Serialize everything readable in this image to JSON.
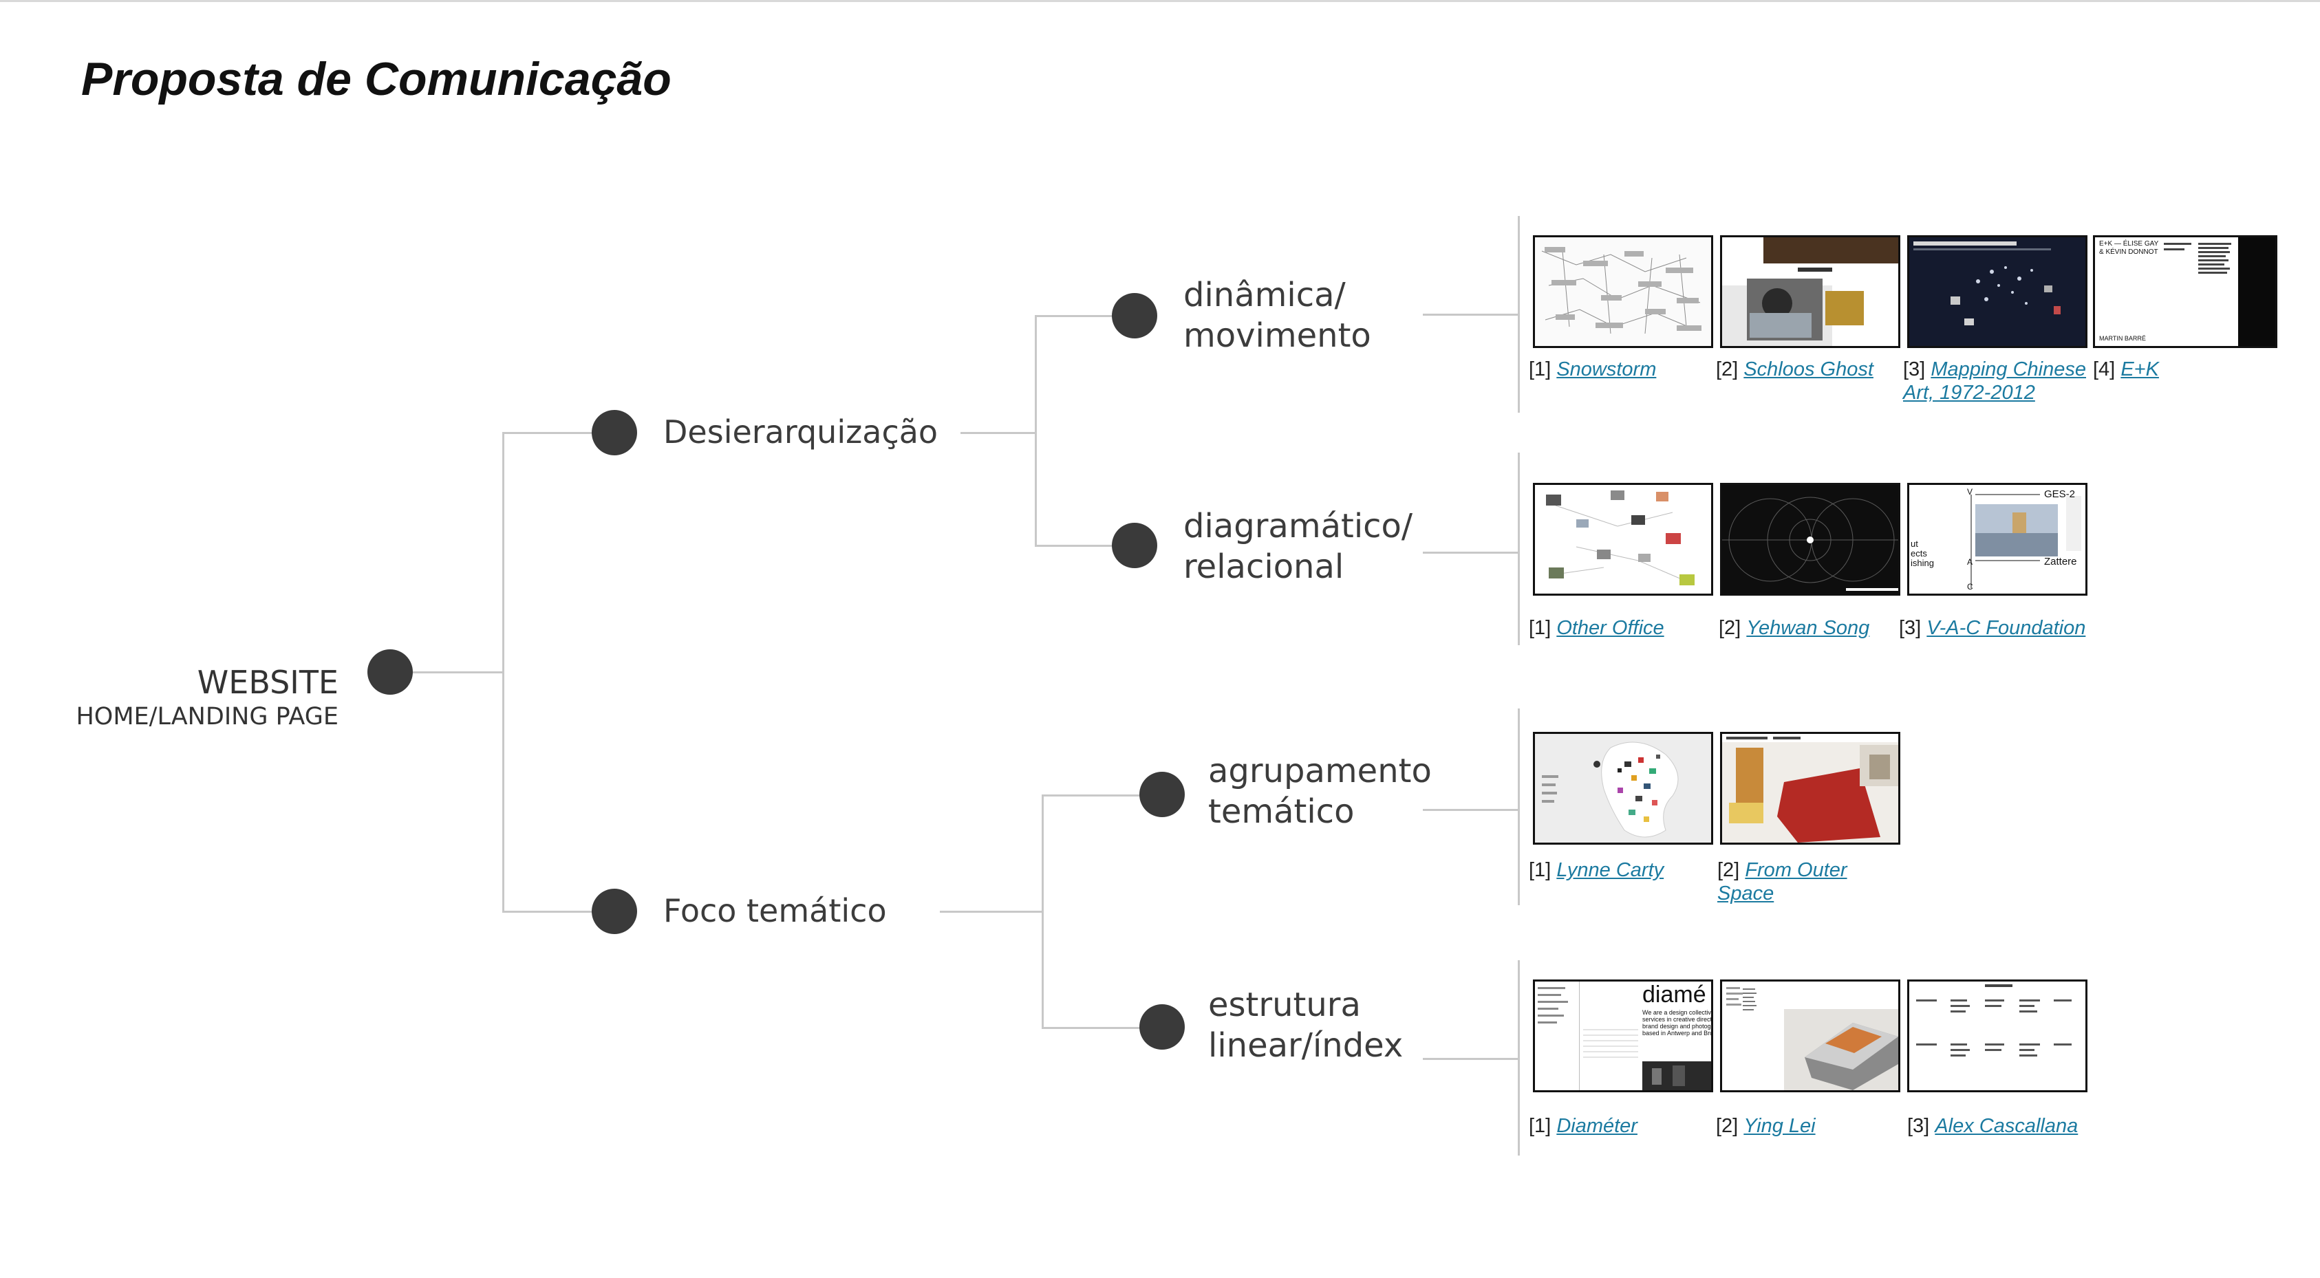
{
  "title": "Proposta de Comunicação",
  "root": {
    "title": "WEBSITE",
    "subtitle": "HOME/LANDING PAGE"
  },
  "branches": [
    {
      "label": "Desierarquização",
      "children": [
        {
          "label_lines": [
            "dinâmica/",
            "movimento"
          ],
          "refs": [
            {
              "num": "[1]",
              "name": "Snowstorm",
              "style": "map"
            },
            {
              "num": "[2]",
              "name": "Schloos Ghost",
              "style": "photo-dark"
            },
            {
              "num": "[3]",
              "name": "Mapping Chinese Art, 1972-2012",
              "style": "navy-scatter"
            },
            {
              "num": "[4]",
              "name": "E+K",
              "style": "text-black",
              "thumb_text": [
                "E+K  —  ÉLISE GAY",
                "& KÉVIN DONNOT",
                "MARTIN BARRÉ"
              ]
            }
          ]
        },
        {
          "label_lines": [
            "diagramático/",
            "relacional"
          ],
          "refs": [
            {
              "num": "[1]",
              "name": "Other Office",
              "style": "scattered-cards"
            },
            {
              "num": "[2]",
              "name": "Yehwan Song",
              "style": "black-circles"
            },
            {
              "num": "[3]",
              "name": "V-A-C Foundation",
              "style": "vac",
              "thumb_text": [
                "V",
                "GES-2",
                "ut",
                "ects",
                "ishing",
                "A",
                "Zattere",
                "C"
              ]
            }
          ]
        }
      ]
    },
    {
      "label": "Foco temático",
      "children": [
        {
          "label_lines": [
            "agrupamento",
            "temático"
          ],
          "refs": [
            {
              "num": "[1]",
              "name": "Lynne Carty",
              "style": "cluster"
            },
            {
              "num": "[2]",
              "name": "From Outer Space",
              "style": "interior"
            }
          ]
        },
        {
          "label_lines": [
            "estrutura",
            "linear/índex"
          ],
          "refs": [
            {
              "num": "[1]",
              "name": "Diaméter",
              "style": "diameter",
              "thumb_text": [
                "diamé",
                "We are a design collective",
                "services in creative direct",
                "brand design and photogra",
                "based in Antwerp and Brus"
              ]
            },
            {
              "num": "[2]",
              "name": "Ying Lei",
              "style": "book"
            },
            {
              "num": "[3]",
              "name": "Alex Cascallana",
              "style": "index"
            }
          ]
        }
      ]
    }
  ],
  "colors": {
    "dot": "#3a3a3a",
    "connector": "#c8c8c8",
    "link": "#1b7aa0",
    "thumb_border": "#111111"
  }
}
